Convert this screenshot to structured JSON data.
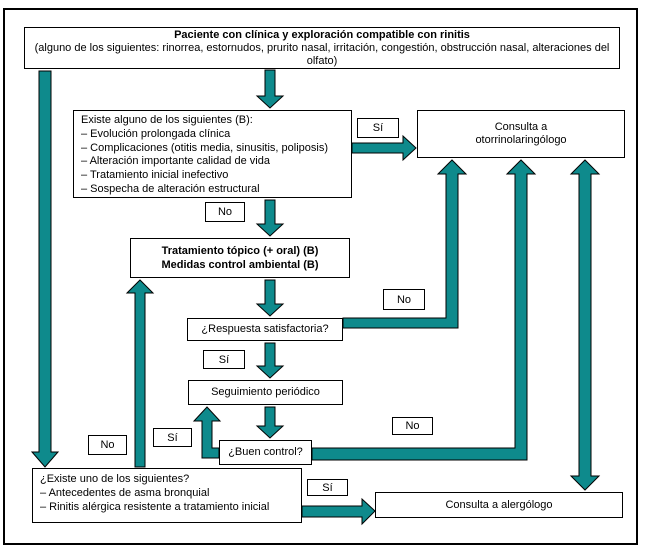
{
  "diagram": {
    "background": "#ffffff",
    "arrow_color": "#0e8a8c",
    "labels": {
      "yes": "Sí",
      "no": "No"
    },
    "nodes": {
      "start": {
        "title": "Paciente con clínica y exploración compatible con rinitis",
        "subtitle": "(alguno de los siguientes: rinorrea, estornudos, prurito nasal, irritación, congestión, obstrucción nasal, alteraciones del olfato)"
      },
      "criteria": {
        "title": "Existe alguno de los siguientes (B):",
        "items": [
          "–  Evolución prolongada clínica",
          "–  Complicaciones (otitis media, sinusitis, poliposis)",
          "–  Alteración importante calidad de vida",
          "–  Tratamiento inicial inefectivo",
          "–  Sospecha de alteración estructural"
        ]
      },
      "ent_referral": {
        "line1": "Consulta a",
        "line2": "otorrinolaringólogo"
      },
      "treatment": {
        "line1": "Tratamiento tópico (+ oral) (B)",
        "line2": "Medidas control ambiental (B)"
      },
      "response": {
        "label": "¿Respuesta satisfactoria?"
      },
      "followup": {
        "label": "Seguimiento periódico"
      },
      "control": {
        "label": "¿Buen control?"
      },
      "allergy_criteria": {
        "title": "¿Existe uno de los siguientes?",
        "items": [
          "–  Antecedentes de asma bronquial",
          "–  Rinitis alérgica resistente a tratamiento inicial"
        ]
      },
      "allergist_referral": {
        "label": "Consulta a alergólogo"
      }
    }
  }
}
